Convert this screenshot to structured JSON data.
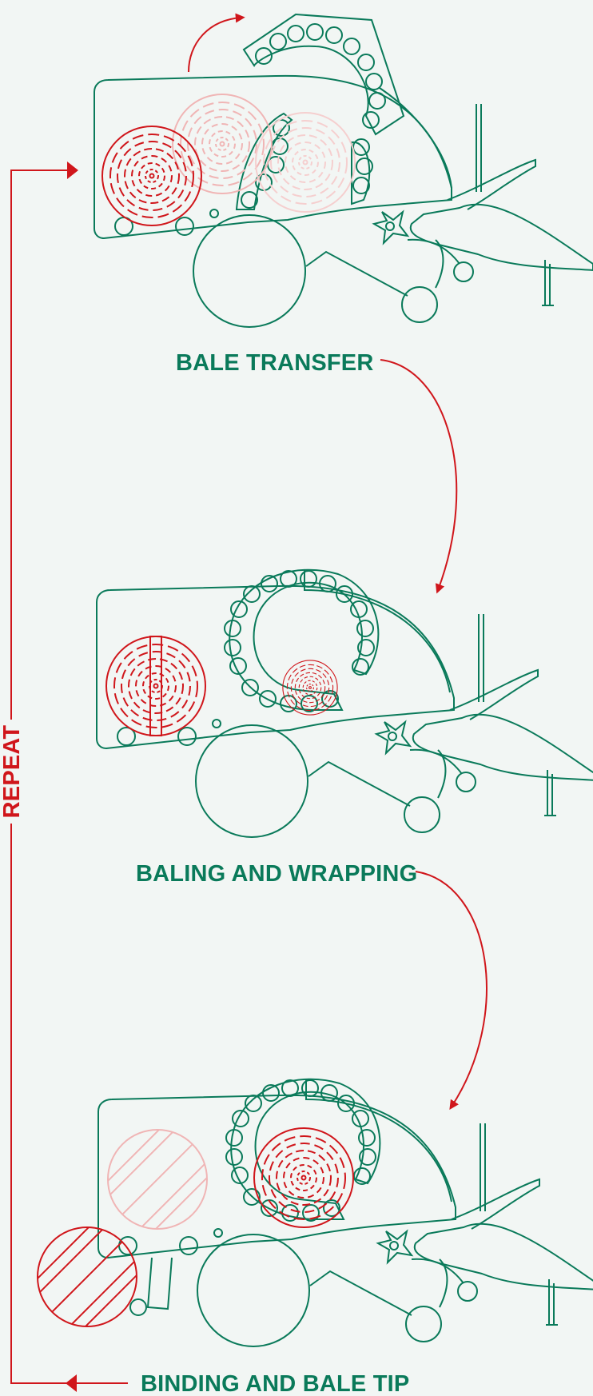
{
  "colors": {
    "machine": "#0a7a5a",
    "bale": "#d0161b",
    "bale_faded": "#f0b5b5",
    "arrow": "#d0161b",
    "label": "#0a7a5a",
    "repeat": "#d0161b",
    "background": "#f2f6f4"
  },
  "stages": [
    {
      "label": "BALE TRANSFER"
    },
    {
      "label": "BALING AND WRAPPING"
    },
    {
      "label": "BINDING AND BALE TIP"
    }
  ],
  "repeat_label": "REPEAT",
  "icons": [
    "baler-machine-icon",
    "bale-icon",
    "curved-arrow-icon",
    "loop-arrow-icon"
  ]
}
